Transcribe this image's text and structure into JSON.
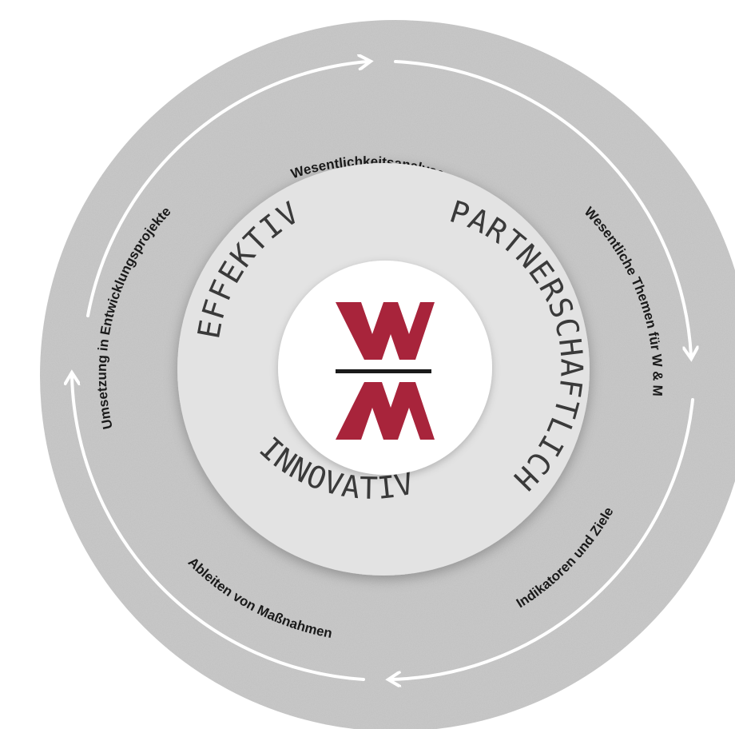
{
  "colors": {
    "outer_ring": "#c9c9c9",
    "middle_ring": "#e2e2e2",
    "center_disc": "#ffffff",
    "logo_red": "#a8243b",
    "logo_bar": "#1a1a1a",
    "arrows": "#ffffff"
  },
  "logo": {
    "letters": [
      "W",
      "M"
    ],
    "icon": "wm-logo-icon"
  },
  "cycle_steps": [
    "Wesentlichkeitsanalyse",
    "Wesentliche Themen für W & M",
    "Indikatoren und Ziele",
    "Ableiten von Maßnahmen",
    "Umsetzung in Entwicklungsprojekte"
  ],
  "values": {
    "effektiv": "EFFEKTIV",
    "partnerschaftlich": "PARTNERSCHAFTLICH",
    "innovativ": "INNOVATIV"
  }
}
